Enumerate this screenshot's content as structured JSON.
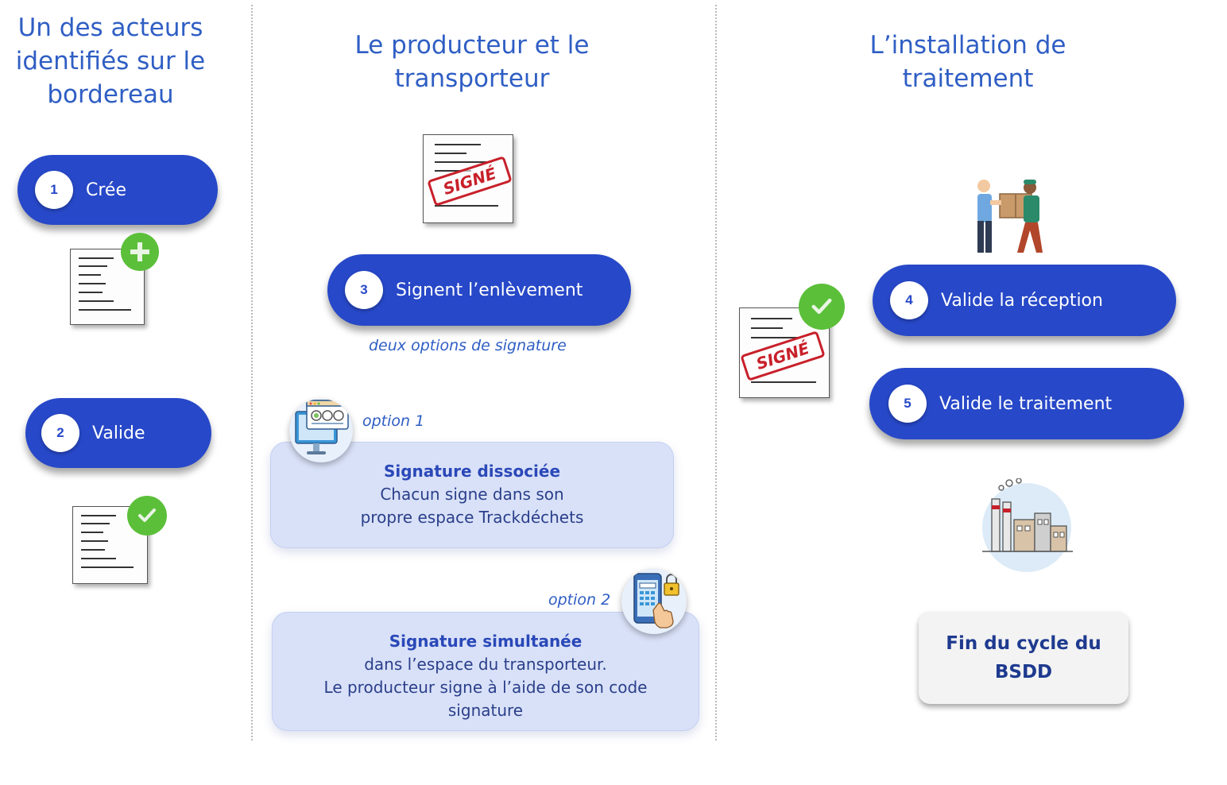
{
  "columns": {
    "actor": {
      "title": "Un des acteurs\nidentifiés sur le\nbordereau",
      "steps": [
        {
          "number": "1",
          "label": "Crée"
        },
        {
          "number": "2",
          "label": "Valide"
        }
      ]
    },
    "producer_transporter": {
      "title": "Le producteur et le\ntransporteur",
      "stamp_text": "SIGNÉ",
      "step": {
        "number": "3",
        "label": "Signent l’enlèvement"
      },
      "subtitle": "deux options de signature",
      "options": [
        {
          "caption": "option 1",
          "title": "Signature dissociée",
          "lines": [
            "Chacun signe dans son",
            "propre espace Trackdéchets"
          ]
        },
        {
          "caption": "option 2",
          "title": "Signature simultanée",
          "lines": [
            "dans l’espace du transporteur.",
            "Le producteur signe à l’aide de son code",
            "signature"
          ]
        }
      ]
    },
    "treatment": {
      "title": "L’installation de\ntraitement",
      "stamp_text": "SIGNÉ",
      "steps": [
        {
          "number": "4",
          "label": "Valide la réception"
        },
        {
          "number": "5",
          "label": "Valide le traitement"
        }
      ],
      "end_label": "Fin du cycle du\nBSDD"
    }
  },
  "colors": {
    "title_blue": "#2f5ec4",
    "pill_blue": "#2748c8",
    "badge_green": "#5bbf3a",
    "stamp_red": "#c8202a",
    "option_box": "#d9e1f8"
  }
}
